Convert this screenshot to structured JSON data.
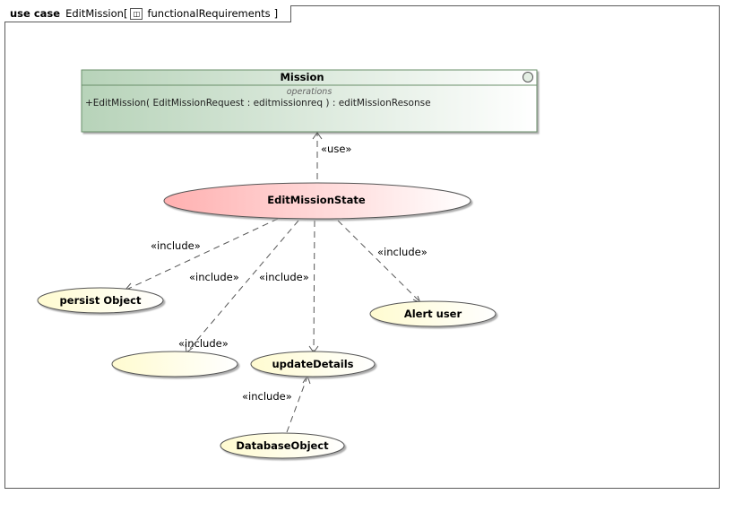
{
  "frame": {
    "keyword": "use case",
    "name": "EditMission",
    "open_bracket": "[",
    "package_icon": "package-diagram-icon",
    "package": "functionalRequirements",
    "close_bracket": "]"
  },
  "class_box": {
    "name": "Mission",
    "compartment_label": "operations",
    "operation": "+EditMission( EditMissionRequest : editmissionreq ) : editMissionResonse",
    "icon": "class-circle-icon"
  },
  "use_cases": {
    "main": "EditMissionState",
    "persist": "persist Object",
    "blank": "",
    "update": "updateDetails",
    "alert": "Alert user",
    "database": "DatabaseObject"
  },
  "relations": {
    "use": "«use»",
    "include_persist": "«include»",
    "include_blank": "«include»",
    "include_update": "«include»",
    "include_blank_lower": "«include»",
    "include_alert": "«include»",
    "include_database": "«include»"
  },
  "colors": {
    "class_fill_start": "#b7d3b9",
    "class_fill_end": "#ffffff",
    "main_fill_start": "#ffb0b0",
    "main_fill_end": "#ffffff",
    "usecase_fill": "#fffee0",
    "stroke": "#555555"
  }
}
